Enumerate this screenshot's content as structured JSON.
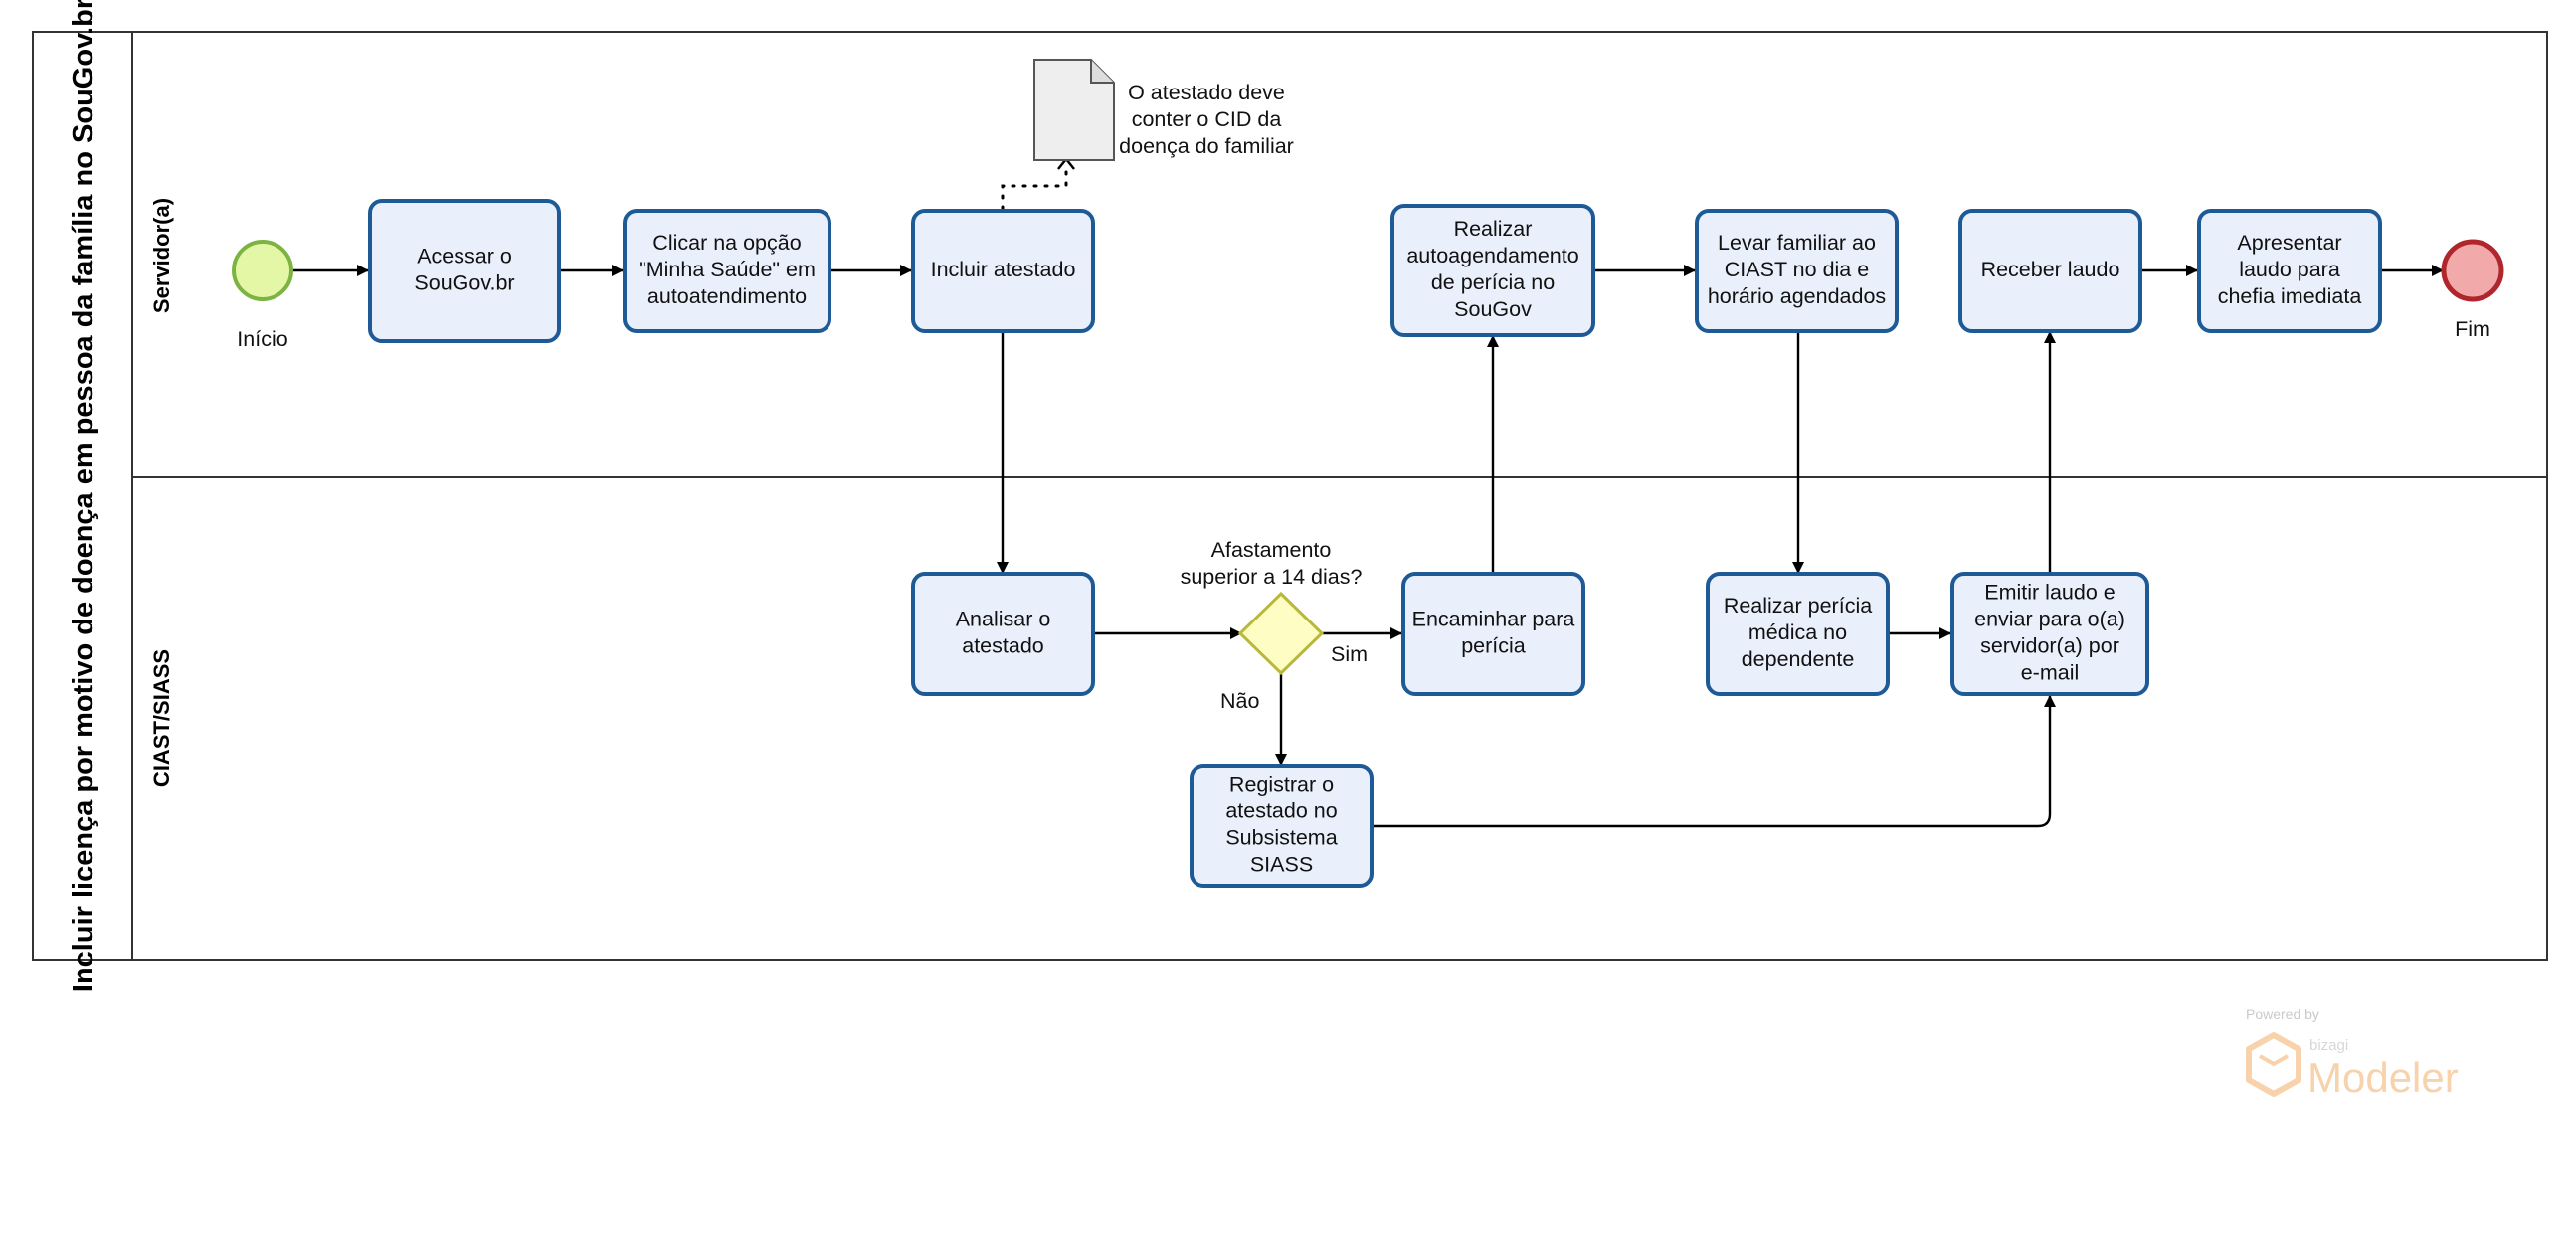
{
  "pool": {
    "title": "Incluir licença por motivo de doença em pessoa da família no SouGov.br",
    "lanes": [
      "Servidor(a)",
      "CIAST/SIASS"
    ]
  },
  "events": {
    "start": "Início",
    "end": "Fim"
  },
  "tasks": {
    "acessar": [
      "Acessar o",
      "SouGov.br"
    ],
    "clicar": [
      "Clicar na opção",
      "\"Minha Saúde\" em",
      "autoatendimento"
    ],
    "incluir": [
      "Incluir atestado"
    ],
    "realizar_auto": [
      "Realizar",
      "autoagendamento",
      "de perícia no",
      "SouGov"
    ],
    "levar": [
      "Levar familiar ao",
      "CIAST no dia e",
      "horário agendados"
    ],
    "receber": [
      "Receber laudo"
    ],
    "apresentar": [
      "Apresentar",
      "laudo para",
      "chefia imediata"
    ],
    "analisar": [
      "Analisar o",
      "atestado"
    ],
    "encaminhar": [
      "Encaminhar para",
      "perícia"
    ],
    "pericia_medica": [
      "Realizar perícia",
      "médica no",
      "dependente"
    ],
    "emitir": [
      "Emitir laudo e",
      "enviar para o(a)",
      "servidor(a) por",
      "e-mail"
    ],
    "registrar": [
      "Registrar o",
      "atestado no",
      "Subsistema",
      "SIASS"
    ]
  },
  "gateway": {
    "question": [
      "Afastamento",
      "superior a 14 dias?"
    ],
    "yes": "Sim",
    "no": "Não"
  },
  "annotation": [
    "O atestado deve",
    "conter o CID da",
    "doença do familiar"
  ],
  "watermark": {
    "powered": "Powered by",
    "brand": "bizagi",
    "product": "Modeler"
  },
  "colors": {
    "task_fill": "#eaf0fb",
    "task_stroke": "#1e5a96",
    "start_fill": "#e3f7a6",
    "start_stroke": "#7cb342",
    "end_fill": "#f2a9a9",
    "end_stroke": "#b0262d",
    "gateway_fill": "#fdfdc4",
    "gateway_stroke": "#b8b83a",
    "watermark": "#f5c38f"
  }
}
